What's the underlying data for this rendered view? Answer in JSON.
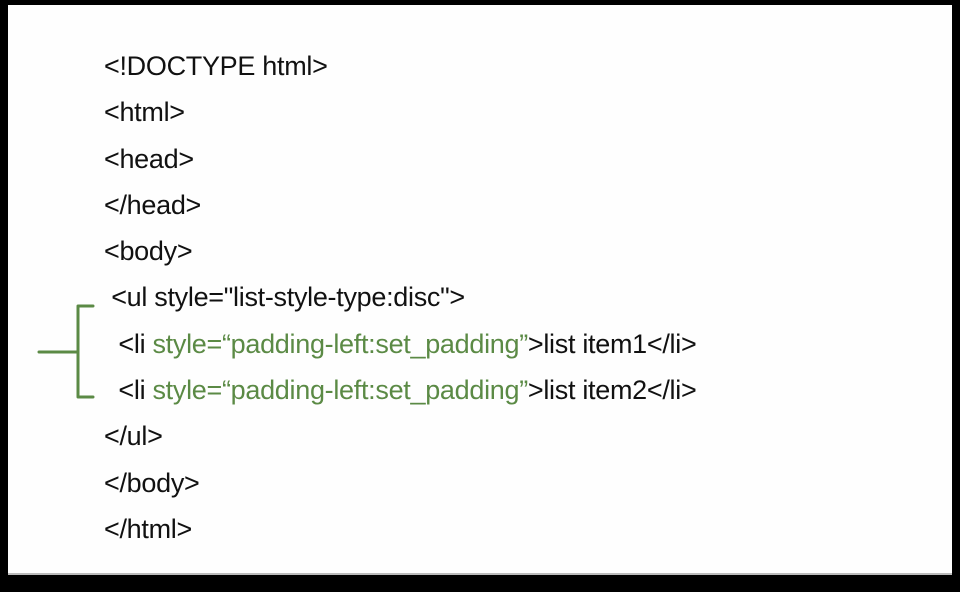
{
  "document": {
    "lines": [
      {
        "text": "<!DOCTYPE html>"
      },
      {
        "text": "<html>"
      },
      {
        "text": "<head>"
      },
      {
        "text": "</head>"
      },
      {
        "text": "<body>"
      },
      {
        "text": " <ul style=\"list-style-type:disc\">"
      },
      {
        "prefix": "  <li ",
        "highlight": "style=“padding-left:set_padding”",
        "suffix": ">list item1</li>"
      },
      {
        "prefix": "  <li ",
        "highlight": "style=“padding-left:set_padding”",
        "suffix": ">list item2</li>"
      },
      {
        "text": "</ul>"
      },
      {
        "text": "</body>"
      },
      {
        "text": "</html>"
      }
    ]
  },
  "colors": {
    "highlight": "#5b8a45",
    "text": "#111111",
    "background": "#fefefe",
    "frame": "#000000"
  },
  "annotation": {
    "bracket_icon": "left-curly-bracket",
    "spans_lines": [
      7,
      8
    ]
  }
}
